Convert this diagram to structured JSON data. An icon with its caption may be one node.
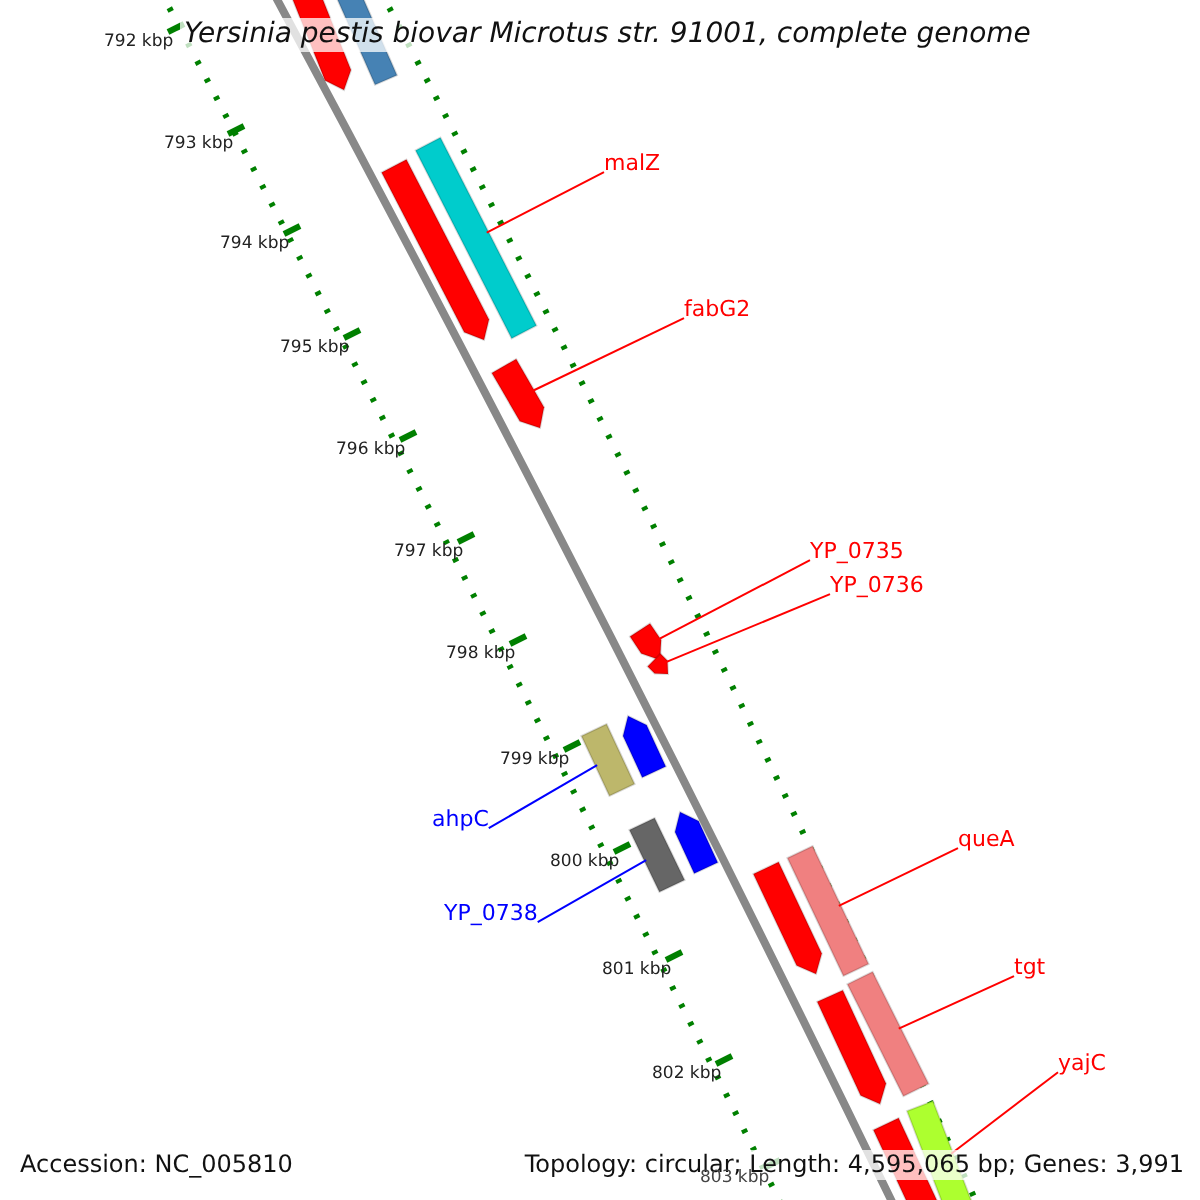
{
  "diagram": {
    "title": "Yersinia pestis biovar Microtus str. 91001, complete genome",
    "nodes": [
      {
        "text": [
          "malZ"
        ]
      },
      {
        "text": [],
        "shape": "bar"
      },
      {
        "text": [
          "fabG2"
        ]
      },
      {
        "text": [],
        "shape": "arrow"
      },
      {
        "text": [
          "YP_0735"
        ]
      },
      {
        "text": [],
        "shape": "arrow"
      },
      {
        "text": [
          "YP_0736"
        ]
      },
      {
        "text": [],
        "shape": "arrow"
      },
      {
        "text": [
          "ahpC"
        ]
      },
      {
        "text": [],
        "shape": "bar"
      },
      {
        "text": [
          "YP_0738"
        ]
      },
      {
        "text": [],
        "shape": "bar"
      },
      {
        "text": [
          "queA"
        ]
      },
      {
        "text": [],
        "shape": "bar"
      },
      {
        "text": [
          "tgt"
        ]
      },
      {
        "text": [],
        "shape": "bar"
      },
      {
        "text": [
          "yajC"
        ]
      },
      {
        "text": [],
        "shape": "bar"
      },
      {
        "text": [],
        "shape": "arrow"
      },
      {
        "text": [],
        "shape": "bar"
      },
      {
        "text": [],
        "shape": "arrow"
      },
      {
        "text": [],
        "shape": "arrow"
      },
      {
        "text": [],
        "shape": "arrow"
      },
      {
        "text": [],
        "shape": "arrow"
      },
      {
        "text": [],
        "shape": "arrow"
      },
      {
        "text": [],
        "shape": "bar"
      }
    ],
    "edges": [
      {
        "from": 0,
        "to": 1,
        "arrow": "none"
      },
      {
        "from": 2,
        "to": 3,
        "arrow": "none"
      },
      {
        "from": 4,
        "to": 5,
        "arrow": "none"
      },
      {
        "from": 6,
        "to": 7,
        "arrow": "none"
      },
      {
        "from": 8,
        "to": 9,
        "arrow": "none",
        "color": "#0000ff"
      },
      {
        "from": 10,
        "to": 11,
        "arrow": "none",
        "color": "#0000ff"
      },
      {
        "from": 12,
        "to": 13,
        "arrow": "none"
      },
      {
        "from": 14,
        "to": 15,
        "arrow": "none"
      },
      {
        "from": 16,
        "to": 17,
        "arrow": "none"
      }
    ],
    "labels": [
      "792 kbp",
      "793 kbp",
      "794 kbp",
      "795 kbp",
      "796 kbp",
      "797 kbp",
      "798 kbp",
      "799 kbp",
      "800 kbp",
      "801 kbp",
      "802 kbp",
      "803 kbp",
      "Accession: NC_005810",
      "Topology: circular; Length: 4,595,065 bp; Genes: 3,991"
    ]
  }
}
